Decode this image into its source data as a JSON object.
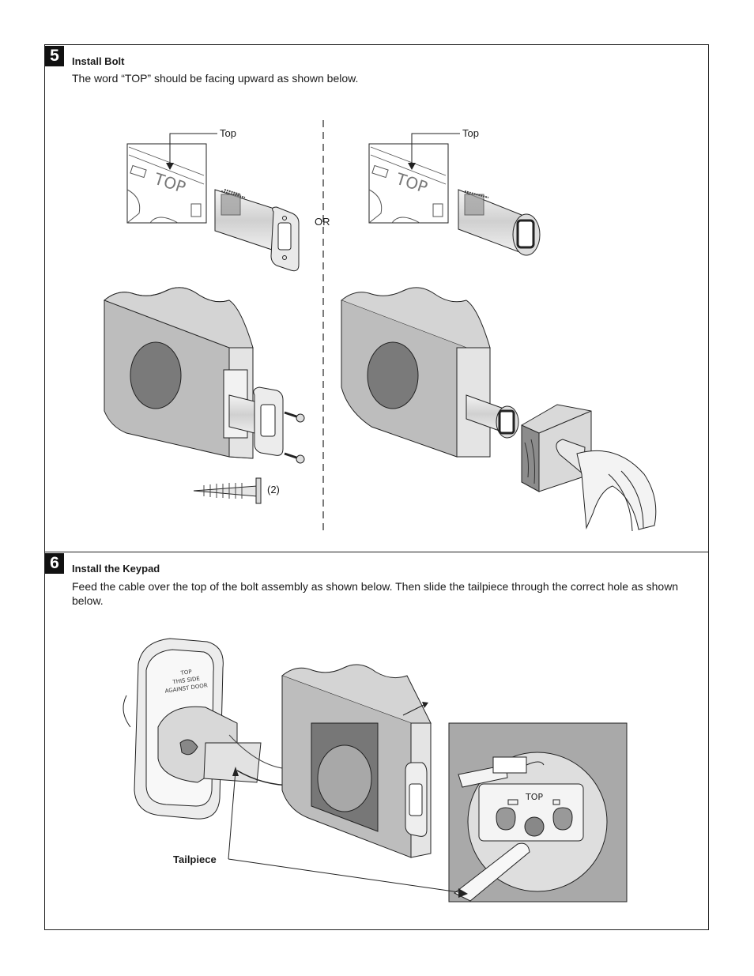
{
  "steps": [
    {
      "number": "5",
      "title": "Install Bolt",
      "description": "The word “TOP” should be facing upward as shown below.",
      "labels": {
        "top_left": "Top",
        "top_right": "Top",
        "or": "OR",
        "screw_count": "(2)"
      }
    },
    {
      "number": "6",
      "title": "Install the Keypad",
      "description": "Feed the cable over the top of the bolt assembly as shown below. Then slide the tailpiece through the correct hole as shown below.",
      "labels": {
        "tailpiece": "Tailpiece",
        "top_marking": "TOP"
      }
    }
  ],
  "icons": [
    "latch-bolt-icon",
    "door-edge-icon",
    "hammer-icon",
    "screw-icon",
    "keypad-icon",
    "wood-block-icon"
  ]
}
